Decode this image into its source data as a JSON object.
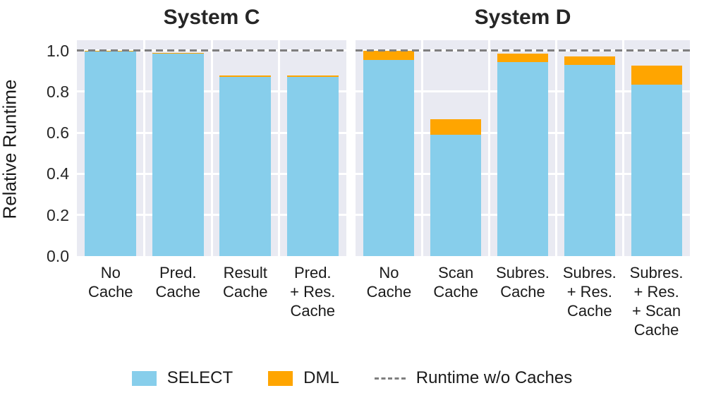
{
  "figure": {
    "ylabel": "Relative Runtime",
    "yticks": [
      "0.0",
      "0.2",
      "0.4",
      "0.6",
      "0.8",
      "1.0"
    ],
    "colors": {
      "select": "#87ceeb",
      "dml": "#ffa500",
      "reference": "#7f7f7f",
      "panel_background": "#e9eaf2",
      "grid": "#ffffff"
    },
    "legend": [
      {
        "type": "patch",
        "color": "#87ceeb",
        "label": "SELECT"
      },
      {
        "type": "patch",
        "color": "#ffa500",
        "label": "DML"
      },
      {
        "type": "dashed-line",
        "color": "#7f7f7f",
        "label": "Runtime w/o Caches"
      }
    ]
  },
  "chart_data": [
    {
      "type": "bar",
      "stacked": true,
      "title": "System C",
      "categories": [
        "No\nCache",
        "Pred.\nCache",
        "Result\nCache",
        "Pred.\n+ Res.\nCache"
      ],
      "series": [
        {
          "name": "SELECT",
          "color": "#87ceeb",
          "values": [
            0.995,
            0.985,
            0.87,
            0.87
          ]
        },
        {
          "name": "DML",
          "color": "#ffa500",
          "values": [
            0.005,
            0.005,
            0.007,
            0.007
          ]
        }
      ],
      "totals": [
        1.0,
        0.99,
        0.877,
        0.877
      ],
      "xlabel": "",
      "ylabel": "Relative Runtime",
      "ylim": [
        0,
        1.05
      ],
      "grid": true,
      "reference_line": {
        "y": 1.0,
        "style": "dashed",
        "color": "#7f7f7f",
        "label": "Runtime w/o Caches"
      }
    },
    {
      "type": "bar",
      "stacked": true,
      "title": "System D",
      "categories": [
        "No\nCache",
        "Scan\nCache",
        "Subres.\nCache",
        "Subres.\n+ Res.\nCache",
        "Subres.\n+ Res.\n+ Scan\nCache"
      ],
      "series": [
        {
          "name": "SELECT",
          "color": "#87ceeb",
          "values": [
            0.955,
            0.59,
            0.945,
            0.93,
            0.835
          ]
        },
        {
          "name": "DML",
          "color": "#ffa500",
          "values": [
            0.045,
            0.075,
            0.04,
            0.04,
            0.09
          ]
        }
      ],
      "totals": [
        1.0,
        0.665,
        0.985,
        0.97,
        0.925
      ],
      "xlabel": "",
      "ylabel": "Relative Runtime",
      "ylim": [
        0,
        1.05
      ],
      "grid": true,
      "reference_line": {
        "y": 1.0,
        "style": "dashed",
        "color": "#7f7f7f",
        "label": "Runtime w/o Caches"
      }
    }
  ]
}
